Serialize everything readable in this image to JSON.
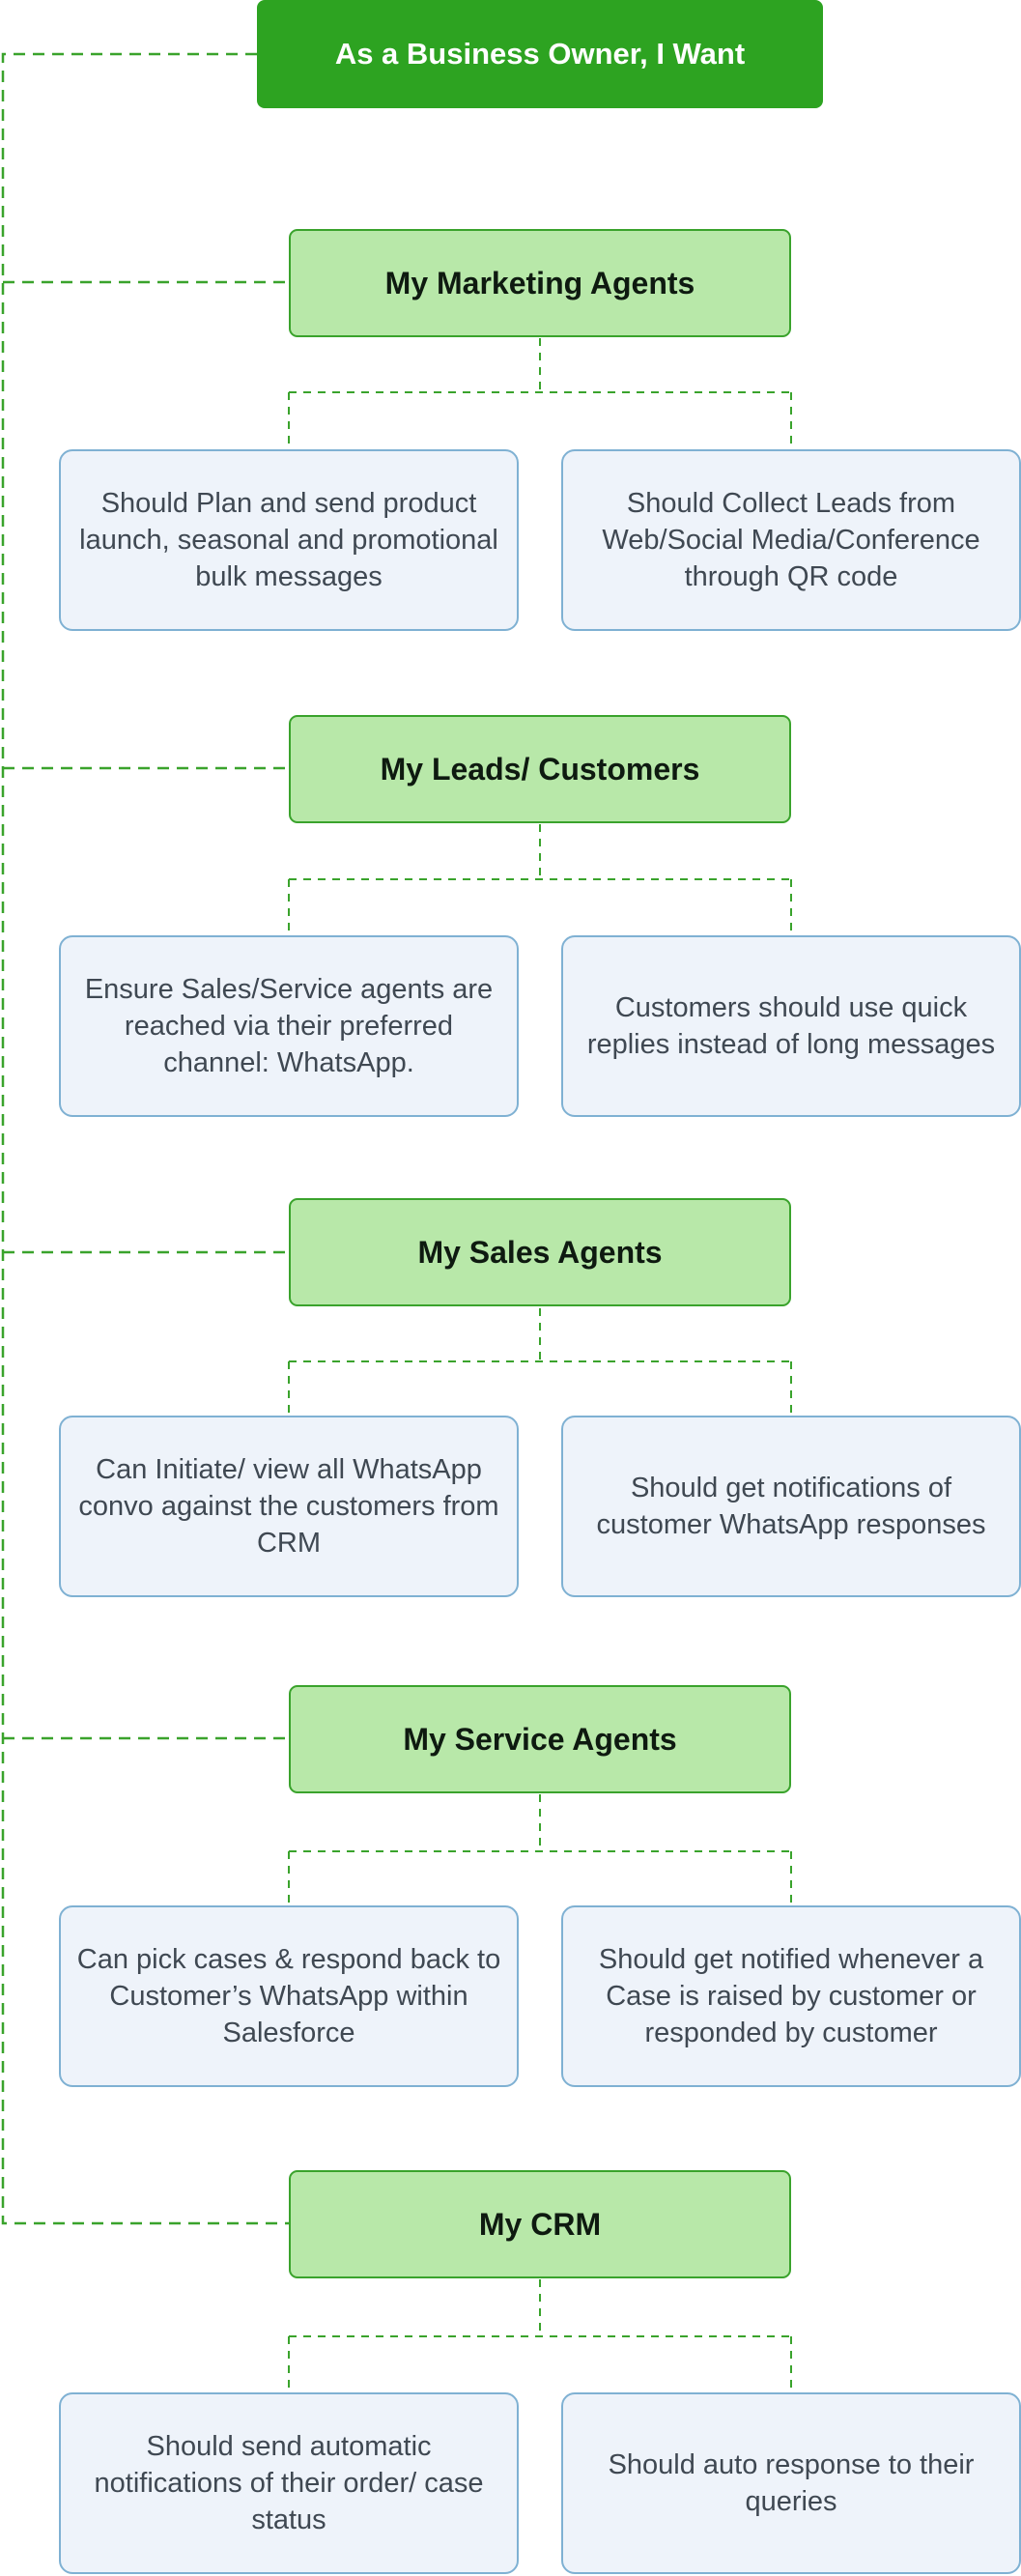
{
  "root": {
    "label": "As a Business Owner, I Want"
  },
  "sections": [
    {
      "title": "My Marketing Agents",
      "items": [
        "Should Plan and send product launch, seasonal and promotional bulk messages",
        "Should Collect Leads from Web/Social Media/Conference through QR code"
      ]
    },
    {
      "title": "My Leads/ Customers",
      "items": [
        "Ensure Sales/Service agents are reached via their preferred channel: WhatsApp.",
        "Customers should use quick replies instead of long messages"
      ]
    },
    {
      "title": "My Sales Agents",
      "items": [
        "Can Initiate/ view all WhatsApp convo against the customers from CRM",
        "Should get notifications of customer WhatsApp responses"
      ]
    },
    {
      "title": "My Service Agents",
      "items": [
        "Can pick cases & respond back to Customer’s WhatsApp within Salesforce",
        "Should get notified whenever a Case is raised by customer or responded by customer"
      ]
    },
    {
      "title": "My CRM",
      "items": [
        "Should send automatic notifications of their order/ case status",
        "Should auto response to their queries"
      ]
    }
  ],
  "colors": {
    "root_fill": "#2da321",
    "section_fill": "#b8e8a9",
    "section_border": "#3aa32c",
    "item_fill": "#eef3fa",
    "item_border": "#7fb1d3",
    "connector": "#3aa32c"
  }
}
